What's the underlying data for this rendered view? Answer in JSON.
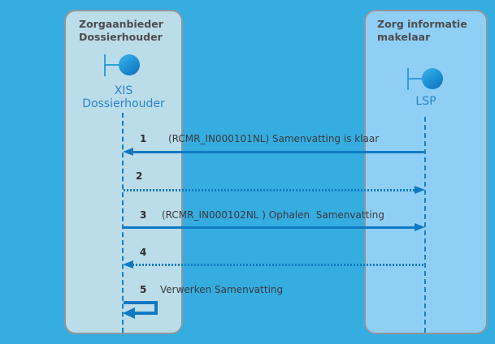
{
  "diagram_type": "sequence-diagram",
  "colors": {
    "background": "#35ADE1",
    "panel_left_fill": "#BBDCE9",
    "panel_right_fill": "#90CFF5",
    "panel_border": "#8F979C",
    "title_text": "#4D4D4D",
    "actor_text": "#2B84C6",
    "arrow": "#0F7AC4",
    "lifeline": "#1B7EC6",
    "actor_icon_gradient_top": "#41B4EA",
    "actor_icon_gradient_bottom": "#0C6EB8"
  },
  "panels": {
    "left": {
      "title": "Zorgaanbieder\nDossierhouder",
      "actor": "XIS\nDossierhouder",
      "actor_icon": "boundary-lollipop-icon"
    },
    "right": {
      "title": "Zorg informatie\nmakelaar",
      "actor": "LSP",
      "actor_icon": "boundary-lollipop-icon"
    }
  },
  "messages": [
    {
      "num": "1",
      "label": "(RCMR_IN000101NL) Samenvatting is klaar",
      "from": "LSP",
      "to": "XIS Dossierhouder",
      "direction": "right-to-left",
      "line_style": "solid"
    },
    {
      "num": "2",
      "label": "",
      "from": "XIS Dossierhouder",
      "to": "LSP",
      "direction": "left-to-right",
      "line_style": "dotted"
    },
    {
      "num": "3",
      "label": "(RCMR_IN000102NL ) Ophalen  Samenvatting",
      "from": "XIS Dossierhouder",
      "to": "LSP",
      "direction": "left-to-right",
      "line_style": "solid"
    },
    {
      "num": "4",
      "label": "",
      "from": "LSP",
      "to": "XIS Dossierhouder",
      "direction": "right-to-left",
      "line_style": "dotted"
    },
    {
      "num": "5",
      "label": "Verwerken Samenvatting",
      "from": "XIS Dossierhouder",
      "to": "XIS Dossierhouder",
      "direction": "self",
      "line_style": "solid"
    }
  ]
}
